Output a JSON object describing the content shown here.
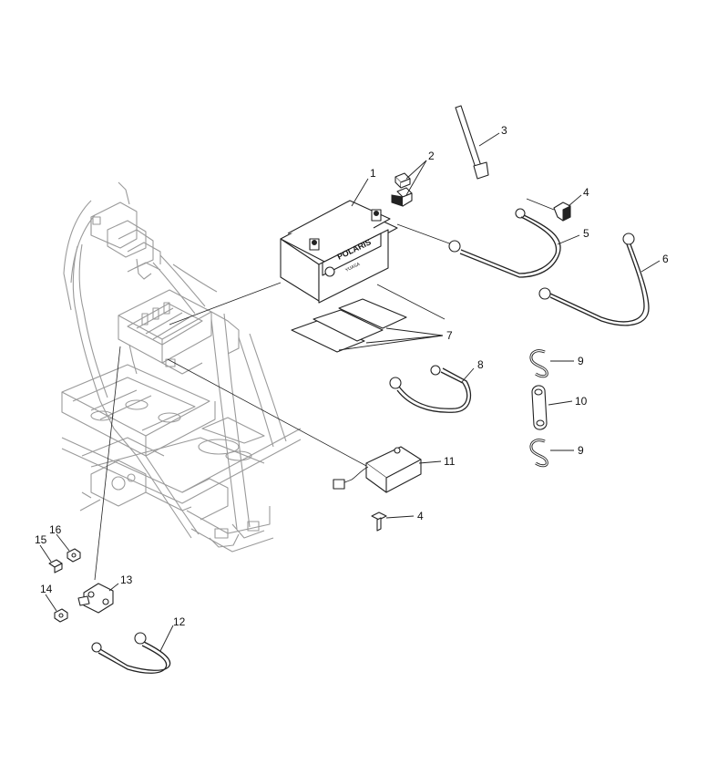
{
  "battery_brand": "POLARIS",
  "battery_maker": "YUASA",
  "callouts": {
    "n1": "1",
    "n2": "2",
    "n3": "3",
    "n4a": "4",
    "n4b": "4",
    "n5": "5",
    "n6": "6",
    "n7": "7",
    "n8": "8",
    "n9a": "9",
    "n9b": "9",
    "n10": "10",
    "n11": "11",
    "n12": "12",
    "n13": "13",
    "n14": "14",
    "n15": "15",
    "n16": "16"
  }
}
